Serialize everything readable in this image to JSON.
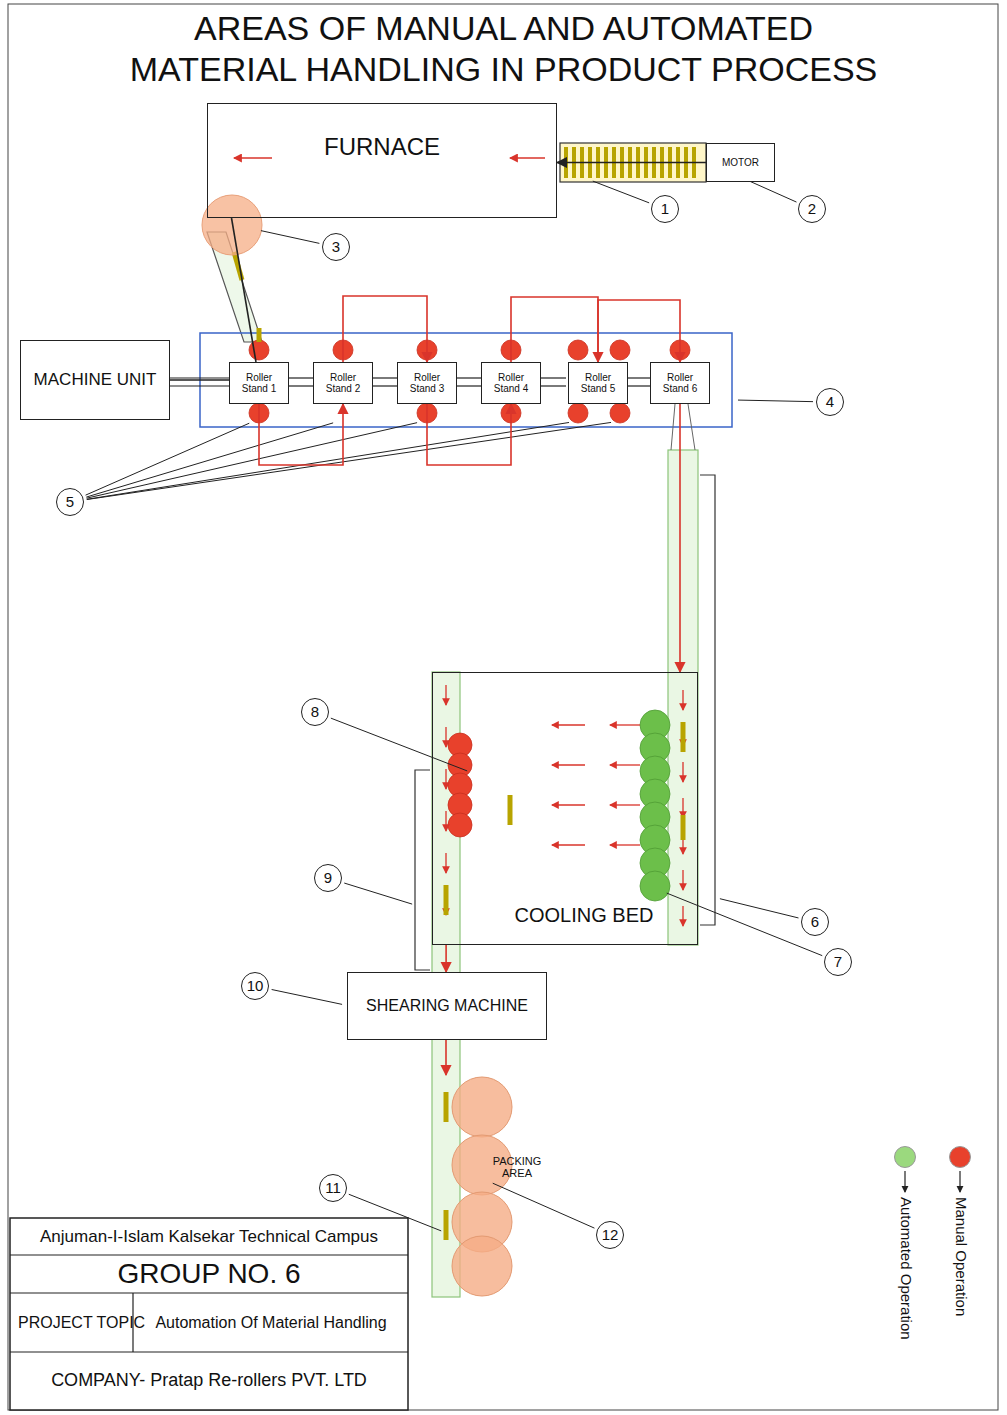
{
  "diagram": {
    "title": "AREAS OF MANUAL AND AUTOMATED MATERIAL HANDLING IN PRODUCT PROCESS",
    "nodes": [
      {
        "text": [
          "FURNACE"
        ]
      },
      {
        "text": [
          "MOTOR"
        ]
      },
      {
        "text": [
          "MACHINE UNIT"
        ]
      },
      {
        "text": [
          "Roller Stand 1"
        ]
      },
      {
        "text": [
          "Roller Stand 2"
        ]
      },
      {
        "text": [
          "Roller Stand 3"
        ]
      },
      {
        "text": [
          "Roller Stand 4"
        ]
      },
      {
        "text": [
          "Roller Stand 5"
        ]
      },
      {
        "text": [
          "Roller Stand 6"
        ]
      },
      {
        "text": [
          "COOLING BED"
        ]
      },
      {
        "text": [
          "SHEARING MACHINE"
        ]
      },
      {
        "text": [
          "PACKING AREA"
        ]
      }
    ],
    "edges": [
      {
        "from": 1,
        "to": 0,
        "arrow": "to"
      },
      {
        "from": 0,
        "to": 3,
        "arrow": "none"
      },
      {
        "from": 2,
        "to": 3,
        "arrow": "none"
      },
      {
        "from": 3,
        "to": 4,
        "arrow": "to"
      },
      {
        "from": 4,
        "to": 5,
        "arrow": "to"
      },
      {
        "from": 5,
        "to": 6,
        "arrow": "to"
      },
      {
        "from": 6,
        "to": 7,
        "arrow": "to"
      },
      {
        "from": 7,
        "to": 8,
        "arrow": "to"
      },
      {
        "from": 8,
        "to": 9,
        "arrow": "to"
      },
      {
        "from": 9,
        "to": 10,
        "arrow": "to"
      },
      {
        "from": 10,
        "to": 11,
        "arrow": "to"
      }
    ],
    "labels": [
      "1",
      "2",
      "3",
      "4",
      "5",
      "6",
      "7",
      "8",
      "9",
      "10",
      "11",
      "12",
      "Anjuman-I-Islam Kalsekar Technical Campus",
      "GROUP NO. 6",
      "PROJECT TOPIC",
      "Automation Of Material Handling",
      "COMPANY- Pratap Re-rollers PVT. LTD"
    ],
    "legend": [
      {
        "text": "Manual Operation",
        "color": "#e8412c"
      },
      {
        "text": "Automated Operation",
        "color": "#9bd97e"
      }
    ]
  }
}
